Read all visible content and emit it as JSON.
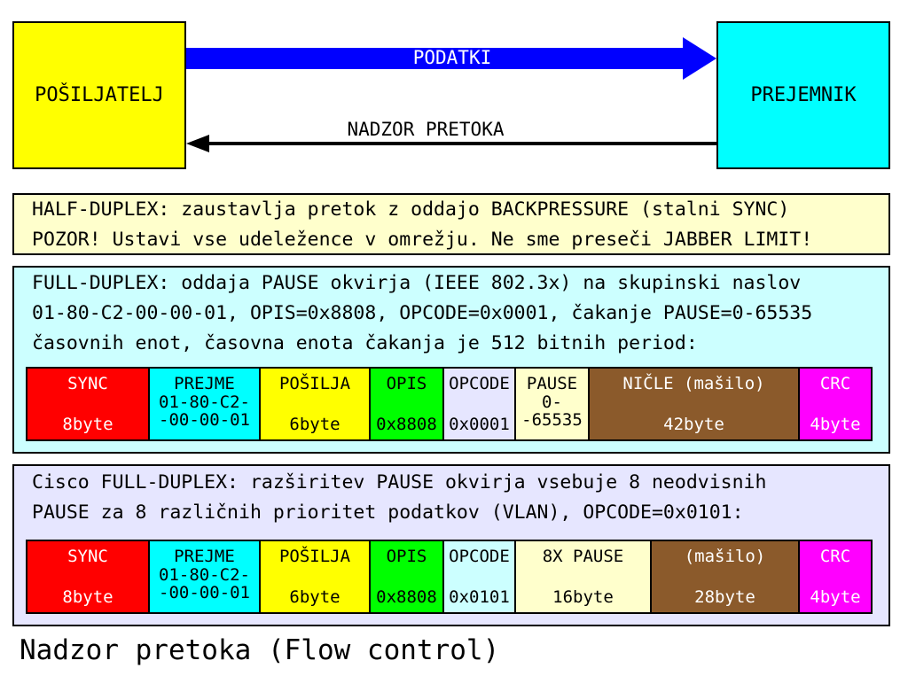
{
  "diagram": {
    "sender_label": "POŠILJATELJ",
    "receiver_label": "PREJEMNIK",
    "data_arrow_label": "PODATKI",
    "flow_control_label": "NADZOR PRETOKA"
  },
  "half_duplex": {
    "line1": "HALF-DUPLEX: zaustavlja pretok z oddajo BACKPRESSURE (stalni SYNC)",
    "line2": "POZOR! Ustavi vse udeležence v omrežju. Ne sme preseči JABBER LIMIT!"
  },
  "full_duplex": {
    "line1": "FULL-DUPLEX: oddaja PAUSE okvirja (IEEE 802.3x) na skupinski naslov",
    "line2": "01-80-C2-00-00-01, OPIS=0x8808, OPCODE=0x0001, čakanje PAUSE=0-65535",
    "line3": "časovnih enot, časovna enota čakanja je 512 bitnih period:",
    "fields": [
      {
        "name": "SYNC",
        "value": "8byte",
        "color": "#ff0000"
      },
      {
        "name": "PREJME",
        "value": "01-80-C2-\n-00-00-01",
        "color": "#00ffff"
      },
      {
        "name": "POŠILJA",
        "value": "6byte",
        "color": "#ffff00"
      },
      {
        "name": "OPIS",
        "value": "0x8808",
        "color": "#00ff00"
      },
      {
        "name": "OPCODE",
        "value": "0x0001",
        "color": "#e6e6ff"
      },
      {
        "name": "PAUSE",
        "value": "0-\n-65535",
        "color": "#ffffcc"
      },
      {
        "name": "NIČLE (mašilo)",
        "value": "42byte",
        "color": "#8b5a2b"
      },
      {
        "name": "CRC",
        "value": "4byte",
        "color": "#ff00ff"
      }
    ]
  },
  "cisco": {
    "line1": "Cisco FULL-DUPLEX: razširitev PAUSE okvirja vsebuje 8 neodvisnih",
    "line2": "PAUSE za 8 različnih prioritet podatkov (VLAN), OPCODE=0x0101:",
    "fields": [
      {
        "name": "SYNC",
        "value": "8byte",
        "color": "#ff0000"
      },
      {
        "name": "PREJME",
        "value": "01-80-C2-\n-00-00-01",
        "color": "#00ffff"
      },
      {
        "name": "POŠILJA",
        "value": "6byte",
        "color": "#ffff00"
      },
      {
        "name": "OPIS",
        "value": "0x8808",
        "color": "#00ff00"
      },
      {
        "name": "OPCODE",
        "value": "0x0101",
        "color": "#ccffff"
      },
      {
        "name": "8X PAUSE",
        "value": "16byte",
        "color": "#ffffcc"
      },
      {
        "name": "(mašilo)",
        "value": "28byte",
        "color": "#8b5a2b"
      },
      {
        "name": "CRC",
        "value": "4byte",
        "color": "#ff00ff"
      }
    ]
  },
  "caption": "Nadzor pretoka (Flow control)",
  "colors": {
    "data_arrow": "#0000ff",
    "sender": "#ffff00",
    "receiver": "#00ffff"
  }
}
